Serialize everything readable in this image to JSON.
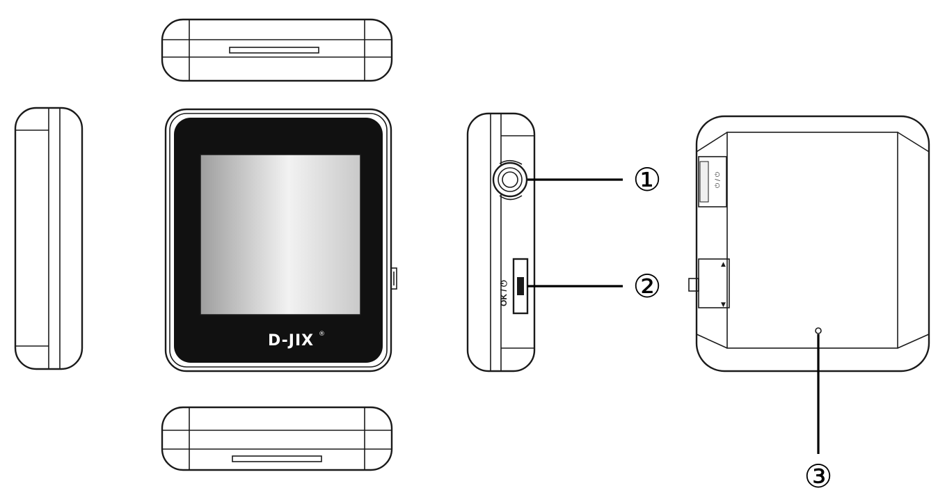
{
  "diagram": {
    "brand": "D-JIX",
    "brand_mark": "®",
    "button_label": "OK / ⏻",
    "slider_up": "▲",
    "slider_down": "▼",
    "callouts": [
      "①",
      "②",
      "③"
    ]
  },
  "colors": {
    "outline": "#1a1a1a",
    "bezel": "#111111",
    "background": "#ffffff"
  }
}
